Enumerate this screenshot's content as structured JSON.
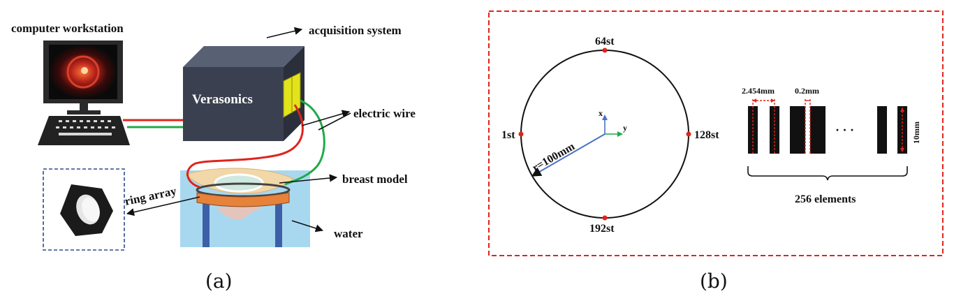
{
  "panel_a": {
    "caption": "(a)",
    "labels": {
      "computer_workstation": "computer workstation",
      "acquisition_system": "acquisition system",
      "verasonics": "Verasonics",
      "electric_wire": "electric wire",
      "breast_model": "breast model",
      "ring_array": "ring array",
      "water": "water"
    }
  },
  "panel_b": {
    "caption": "(b)",
    "ring": {
      "top_label": "64st",
      "left_label": "1st",
      "right_label": "128st",
      "bottom_label": "192st",
      "radius_label": "r=100mm",
      "axis_x": "x",
      "axis_y": "y"
    },
    "elements": {
      "pitch_label": "2.454mm",
      "gap_label": "0.2mm",
      "height_label": "10mm",
      "ellipsis": "· · ·",
      "count_label": "256 elements"
    }
  },
  "colors": {
    "monitor_frame": "#2a2a2a",
    "box_front": "#3a404f",
    "box_top": "#586174",
    "probe": "#e3e31c",
    "wire_red": "#e0241b",
    "wire_green": "#1faa4a",
    "water": "#a8d8f0",
    "ring_array": "#e7823a",
    "legs": "#3d5fa8",
    "dash_red": "#e0241b",
    "dash_blue": "#2e4a8a",
    "radius_line": "#4a72c4",
    "marker": "#e0241b"
  }
}
